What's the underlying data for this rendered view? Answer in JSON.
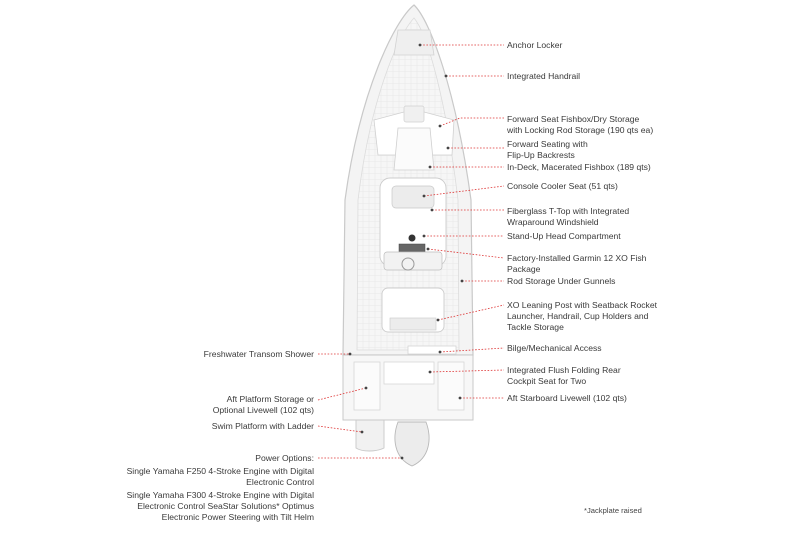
{
  "labels": {
    "anchor_locker": "Anchor Locker",
    "integrated_handrail": "Integrated Handrail",
    "forward_seat_fishbox": "Forward Seat Fishbox/Dry Storage\nwith Locking Rod Storage (190 qts ea)",
    "forward_seating": "Forward Seating with\nFlip-Up Backrests",
    "in_deck_fishbox": "In-Deck, Macerated Fishbox (189 qts)",
    "console_cooler": "Console Cooler Seat (51 qts)",
    "fiberglass_ttop": "Fiberglass T-Top with Integrated\nWraparound Windshield",
    "head_compartment": "Stand-Up Head Compartment",
    "garmin": "Factory-Installed Garmin 12 XO Fish\nPackage",
    "rod_storage_gunnels": "Rod Storage Under Gunnels",
    "leaning_post": "XO Leaning Post with Seatback Rocket\nLauncher, Handrail, Cup Holders and\nTackle Storage",
    "bilge_access": "Bilge/Mechanical Access",
    "rear_cockpit_seat": "Integrated Flush Folding Rear\nCockpit Seat for Two",
    "aft_starboard_livewell": "Aft Starboard Livewell (102 qts)",
    "transom_shower": "Freshwater Transom Shower",
    "aft_platform_storage": "Aft Platform Storage or\nOptional Livewell (102 qts)",
    "swim_platform": "Swim Platform with Ladder",
    "power_options_title": "Power Options:",
    "power_option_1": "Single Yamaha F250 4-Stroke Engine with Digital\nElectronic Control",
    "power_option_2": "Single Yamaha F300 4-Stroke Engine with Digital\nElectronic Control SeaStar Solutions* Optimus\nElectronic Power Steering with Tilt Helm"
  },
  "footnote": "*Jackplate raised",
  "colors": {
    "leader_line": "#dd3333",
    "hull_fill": "#f4f4f4",
    "hull_stroke": "#c9c9c9"
  }
}
